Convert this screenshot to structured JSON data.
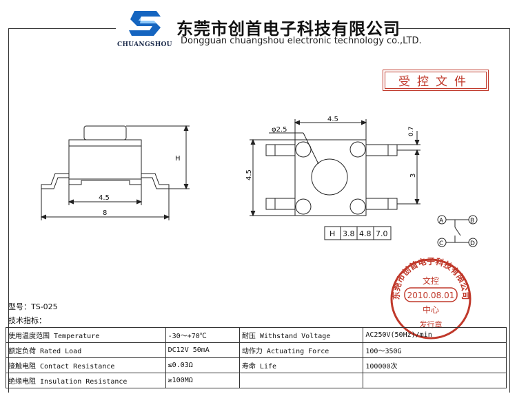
{
  "header": {
    "brand": "CHUANGSHOU",
    "company_cn": "东莞市创首电子科技有限公司",
    "company_en": "Dongguan chuangshou electronic technology co.,LTD."
  },
  "control_label": "受控文件",
  "drawing": {
    "side_view": {
      "dim_h": "H",
      "dim_inner": "4.5",
      "dim_total": "8"
    },
    "top_view": {
      "dim_width": "4.5",
      "dim_height": "4.5",
      "dim_pin_pitch": "3",
      "dim_pin_width": "0.7",
      "dim_hole": "φ2.5"
    },
    "height_table": {
      "label": "H",
      "values": [
        "3.8",
        "4.8",
        "7.0"
      ]
    },
    "schematic": {
      "pins": [
        "A",
        "B",
        "C",
        "D"
      ]
    }
  },
  "stamp": {
    "ring_text": "东莞市创首电子科技有限公司",
    "center_title": "文控",
    "date": "2010.08.01",
    "center_label": "中心",
    "bottom_text": "发行章"
  },
  "model_line": "型号：TS-025",
  "spec_title": "技术指标：",
  "specs": [
    {
      "name": "使用温度范围 Temperature",
      "value": "-30～+70℃",
      "name2": "耐压 Withstand Voltage",
      "value2": "AC250V(50Hz)/min"
    },
    {
      "name": "额定负荷 Rated Load",
      "value": "DC12V 50mA",
      "name2": "动作力 Actuating Force",
      "value2": "100～350G"
    },
    {
      "name": "接触电阻 Contact Resistance",
      "value": "≤0.03Ω",
      "name2": "寿命 Life",
      "value2": "100000次"
    },
    {
      "name": "绝缘电阻 Insulation Resistance",
      "value": "≥100MΩ",
      "name2": "",
      "value2": ""
    }
  ],
  "colors": {
    "stamp_red": "#c0392b",
    "logo_blue": "#1565c0",
    "line": "#222222"
  }
}
